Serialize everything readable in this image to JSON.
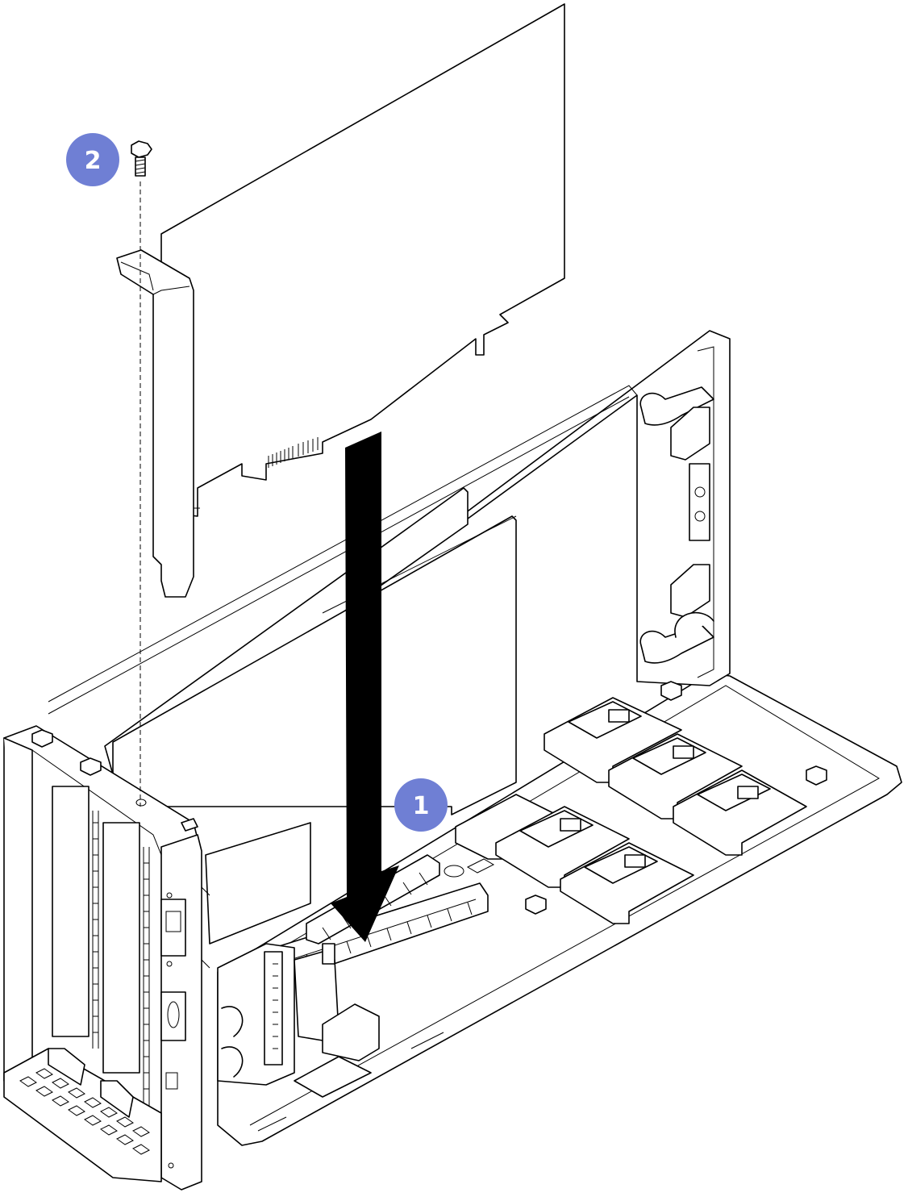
{
  "colors": {
    "line": "#000000",
    "background": "#ffffff",
    "callout_fill": "#6f7fd4",
    "arrow_fill": "#000000"
  },
  "callouts": [
    {
      "label": "1",
      "meaning": "step-1-insert-adapter"
    },
    {
      "label": "2",
      "meaning": "step-2-install-screw"
    }
  ]
}
